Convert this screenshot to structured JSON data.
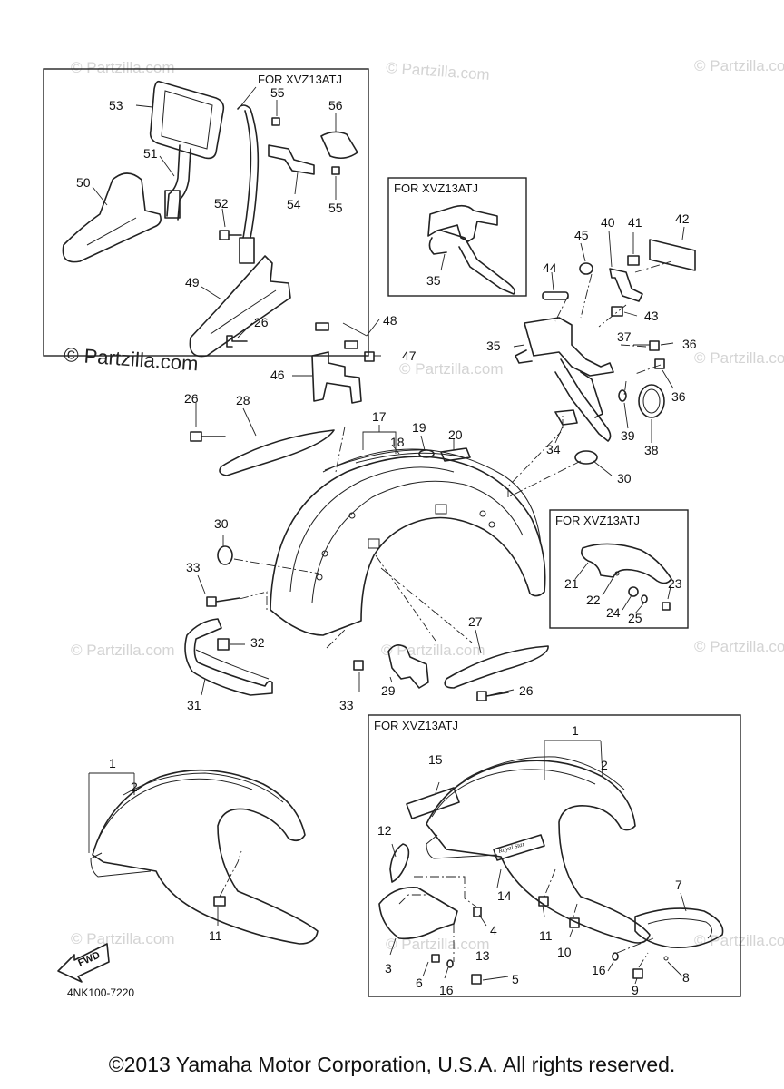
{
  "watermark": {
    "text": "© Partzilla.com",
    "main_text": "© Partzilla.com"
  },
  "boxes": {
    "backrest": "FOR XVZ13ATJ",
    "bracket": "FOR XVZ13ATJ",
    "guard": "FOR XVZ13ATJ",
    "front_fender": "FOR XVZ13ATJ"
  },
  "diagram_code": "4NK100-7220",
  "fwd_label": "FWD",
  "emblem_text": "Royal Star",
  "copyright": "©2013 Yamaha Motor Corporation, U.S.A. All rights reserved.",
  "callouts": {
    "c53": "53",
    "c55a": "55",
    "c56": "56",
    "c51": "51",
    "c50": "50",
    "c54": "54",
    "c55b": "55",
    "c52": "52",
    "c49": "49",
    "c26a": "26",
    "c48": "48",
    "c47": "47",
    "c46": "46",
    "c26b": "26",
    "c28": "28",
    "c17": "17",
    "c18": "18",
    "c19": "19",
    "c20": "20",
    "c35a": "35",
    "c45": "45",
    "c40": "40",
    "c41": "41",
    "c42": "42",
    "c44": "44",
    "c43": "43",
    "c35b": "35",
    "c37": "37",
    "c36a": "36",
    "c36b": "36",
    "c39": "39",
    "c38": "38",
    "c34": "34",
    "c30a": "30",
    "c30b": "30",
    "c21": "21",
    "c22": "22",
    "c23": "23",
    "c24": "24",
    "c25": "25",
    "c33a": "33",
    "c32": "32",
    "c31": "31",
    "c27": "27",
    "c29": "29",
    "c33b": "33",
    "c26c": "26",
    "c1a": "1",
    "c2a": "2",
    "c11a": "11",
    "c1b": "1",
    "c2b": "2",
    "c15": "15",
    "c12": "12",
    "c14": "14",
    "c7": "7",
    "c4": "4",
    "c11b": "11",
    "c13": "13",
    "c10": "10",
    "c3": "3",
    "c6": "6",
    "c16a": "16",
    "c5": "5",
    "c16b": "16",
    "c9": "9",
    "c8": "8"
  }
}
